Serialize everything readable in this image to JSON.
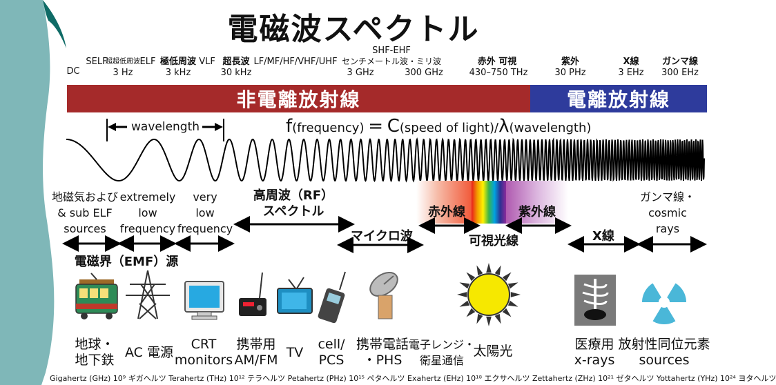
{
  "title": "電磁波スペクトル",
  "top_scale": {
    "dc": "DC",
    "self": "SELF",
    "self_freq": {
      "name": "超超低周波",
      "value": "3 Hz"
    },
    "elf": "ELF",
    "elf_freq": {
      "name": "極低周波",
      "value": "3 kHz"
    },
    "vlf": "VLF",
    "vlf_freq": {
      "name": "超長波",
      "value": "30 kHz"
    },
    "radio_bands": "LF/MF/HF/VHF/UHF",
    "shf_ehf": "SHF-EHF",
    "shf_name": "センチメートル波・ミリ波",
    "shf_low": "3 GHz",
    "shf_high": "300 GHz",
    "ir_vis_name": "赤外 可視",
    "ir_vis_value": "430–750 THz",
    "uv_name": "紫外",
    "uv_value": "30 PHz",
    "xray_name": "X線",
    "xray_value": "3 EHz",
    "gamma_name": "ガンマ線",
    "gamma_value": "300 EHz"
  },
  "bands": {
    "non_ionizing": "非電離放射線",
    "ionizing": "電離放射線"
  },
  "formula": {
    "f": "f",
    "f_note": "(frequency)",
    "eq": "=",
    "c": "C",
    "c_note": "(speed of light)/",
    "lambda": "λ",
    "lambda_note": "(wavelength)"
  },
  "wavelength_label": "wavelength",
  "sources": {
    "elf_subelf": "地磁気および\n& sub ELF\nsources",
    "extremely_low": "extremely\nlow\nfrequency",
    "very_low": "very\nlow\nfrequency",
    "rf": "高周波（RF）\nスペクトル",
    "microwave": "マイクロ波",
    "infrared": "赤外線",
    "ultraviolet": "紫外線",
    "visible": "可視光線",
    "xray": "X線",
    "gamma": "ガンマ線・\ncosmic\nrays",
    "emf": "電磁界（EMF）源"
  },
  "captions": {
    "train": "地球・\n地下鉄",
    "ac_power": "AC 電源",
    "crt": "CRT\nmonitors",
    "radio": "携帯用\nAM/FM",
    "tv": "TV",
    "cell": "cell/\nPCS",
    "phs": "携帯電話\n・PHS",
    "microwave_oven": "電子レンジ・\n衛星通信",
    "sun": "太陽光",
    "medical": "医療用\nx-rays",
    "radioactive": "放射性同位元素\nsources"
  },
  "footer": "Gigahertz (GHz) 10⁹ ギガヘルツ   Terahertz (THz) 10¹² テラヘルツ   Petahertz (PHz) 10¹⁵ ペタヘルツ   Exahertz (EHz) 10¹⁸ エクサヘルツ   Zettahertz (ZHz) 10²¹ ゼタヘルツ   Yottahertz (YHz) 10²⁴ ヨタヘルツ",
  "colors": {
    "non_ionizing_band": "#a52a2a",
    "ionizing_band": "#2e3b9c",
    "side_shape": "#7fb7b8",
    "side_shape_dark": "#0f6b66",
    "x_ray_film": "#7a7a7a",
    "radioactive_icon": "#4ab7d8",
    "sun": "#f6e800"
  }
}
